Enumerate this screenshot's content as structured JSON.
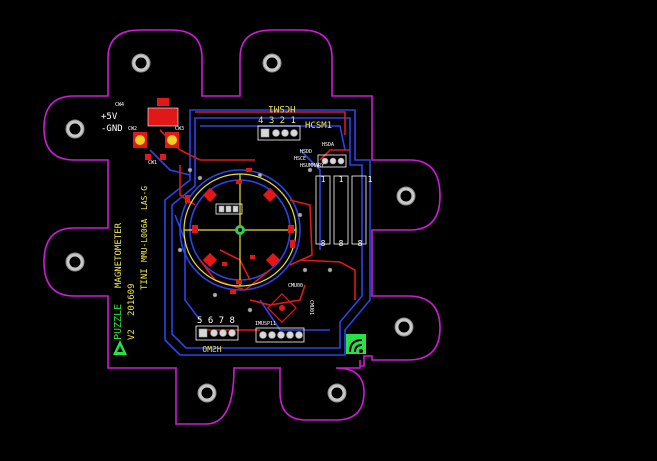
{
  "colors": {
    "background": "#000000",
    "outline": "#d01ad8",
    "top_copper": "#e01818",
    "bottom_copper": "#2a44e8",
    "silkscreen_top": "#ffffff",
    "silkscreen_bottom": "#f2e84a",
    "pads": "#d8d8d8"
  },
  "labels": {
    "hcsm1_top": "HCSM1",
    "hcsm1_mirror": "HCSM1",
    "hcsm1_pins": "4 3 2 1",
    "power_plus": "+5V",
    "power_gnd": "-GND",
    "cw_top": "CW4",
    "cw_left": "CW2",
    "cw_bottom": "CW1",
    "cw_right": "CW3",
    "hsda": "HSDA",
    "hsdd": "HSDD",
    "hsce": "HSCE",
    "hsummary": "HSUMMARY",
    "header_left_top": "1",
    "header_mid_top": "1",
    "header_right_top": "1",
    "header_left_bottom": "8",
    "header_mid_bottom": "8",
    "header_right_bottom": "8",
    "hsmo_pins": "5 6 7 8",
    "hsmo_label": "HSMO",
    "imusp_label": "IMUSP11",
    "cmu_a": "CMU00",
    "cmu_b": "CMU01",
    "vert_line1": "PUZZLE",
    "vert_line2": "MAGNETOMETER",
    "vert_line3": "V2",
    "vert_line4": "201609",
    "vert_line5": "TINI",
    "vert_line6": "MMU-L006A",
    "vert_line7": "LAS-G"
  }
}
